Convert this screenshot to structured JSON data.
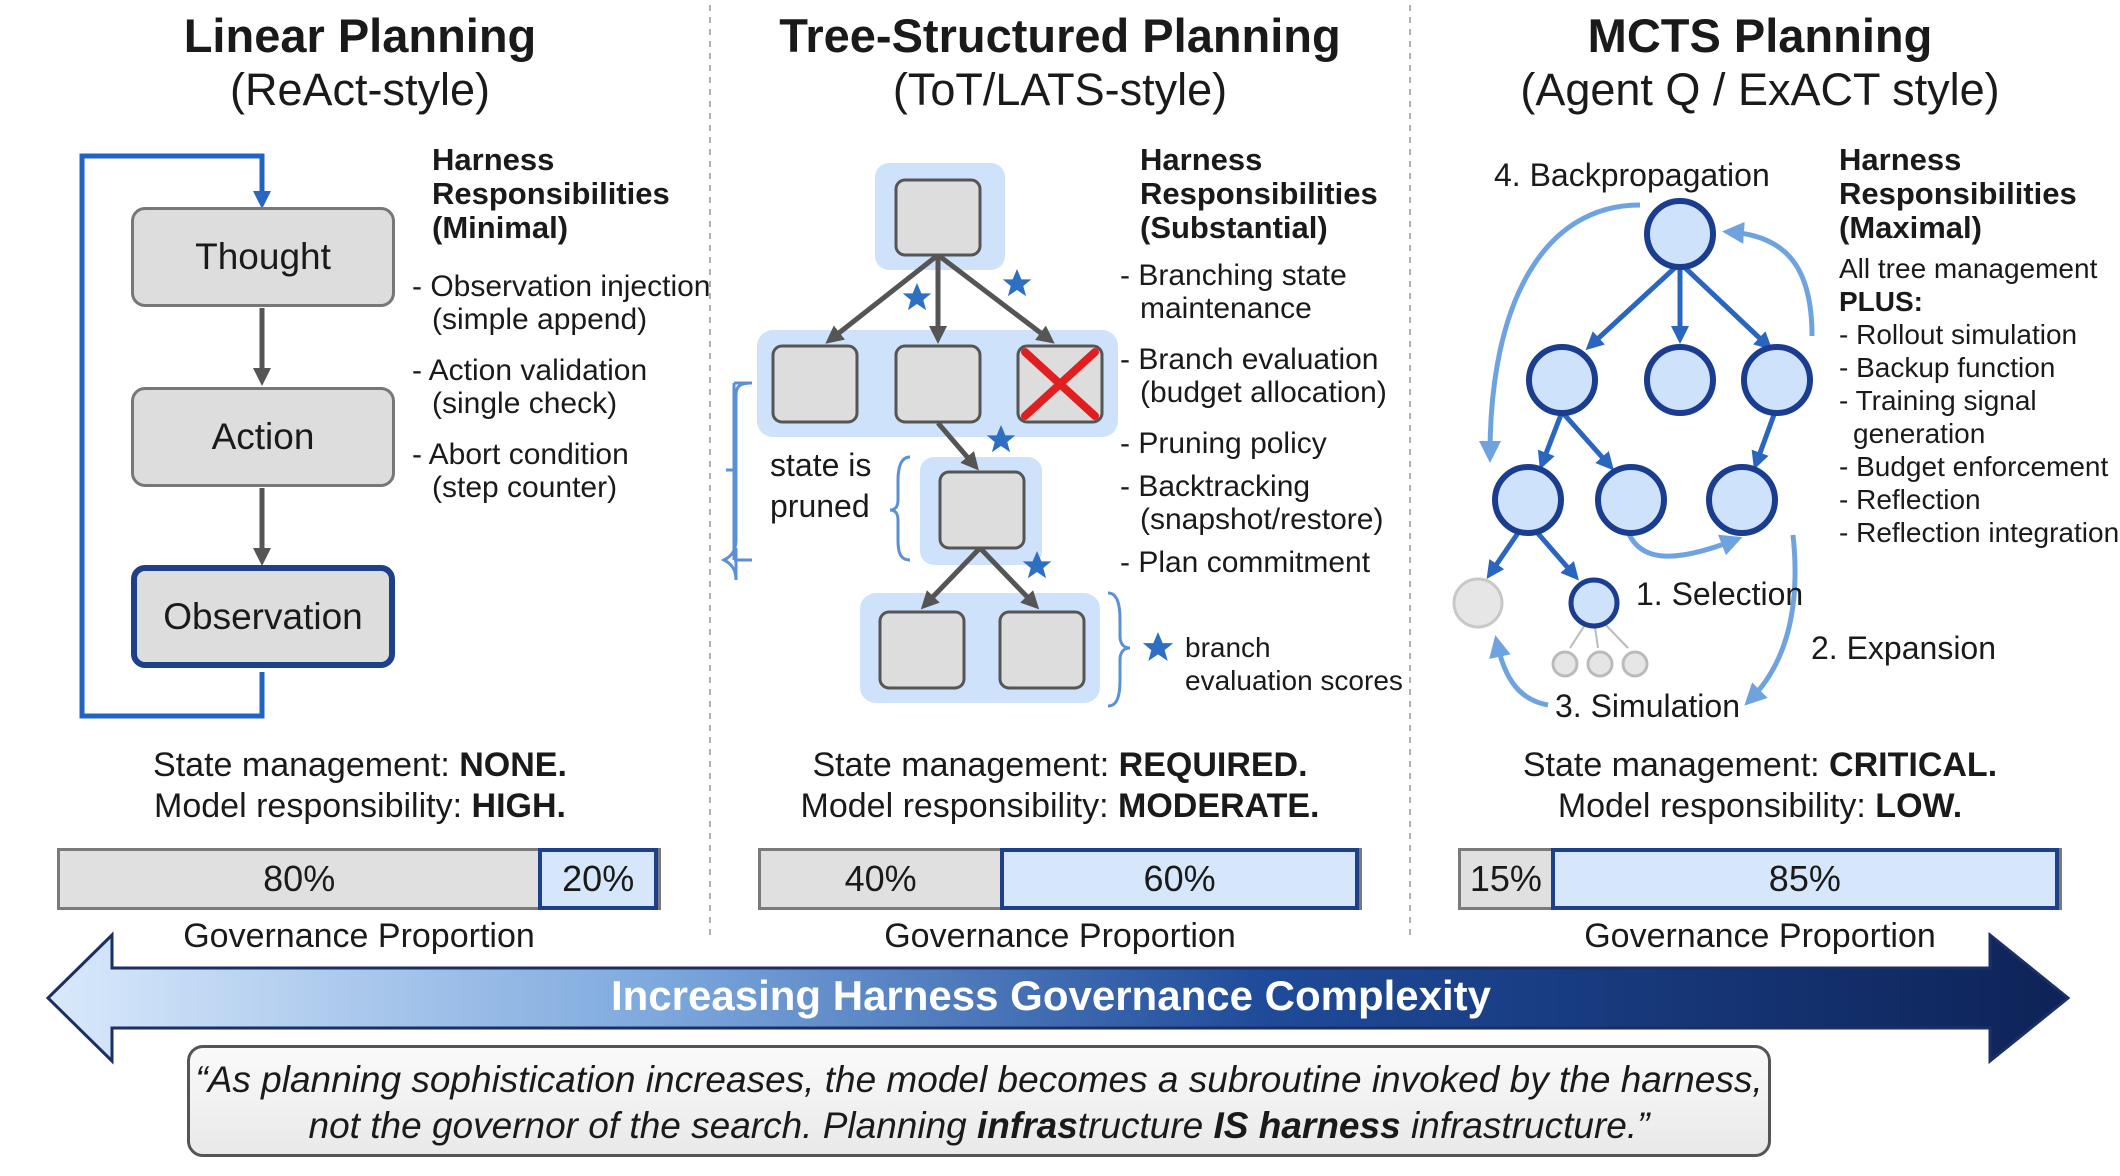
{
  "columns": [
    {
      "title": "Linear Planning",
      "subtitle": "(ReAct-style)",
      "harness_heading": [
        "Harness",
        "Responsibilities",
        "(Minimal)"
      ],
      "responsibilities": [
        "- Observation injection",
        "(simple append)",
        "- Action validation",
        "(single check)",
        "- Abort condition",
        "(step counter)"
      ],
      "flow": [
        "Thought",
        "Action",
        "Observation"
      ],
      "state_label": "State management:",
      "state_value": "NONE.",
      "model_label": "Model responsibility:",
      "model_value": "HIGH.",
      "bar": {
        "model_pct": 80,
        "harness_pct": 20,
        "model_text": "80%",
        "harness_text": "20%"
      },
      "gov_label": "Governance Proportion"
    },
    {
      "title": "Tree-Structured Planning",
      "subtitle": "(ToT/LATS-style)",
      "harness_heading": [
        "Harness",
        "Responsibilities",
        "(Substantial)"
      ],
      "responsibilities": [
        "- Branching state",
        "maintenance",
        "- Branch evaluation",
        "(budget allocation)",
        "- Pruning policy",
        "- Backtracking",
        "(snapshot/restore)",
        "- Plan commitment"
      ],
      "pruned_label": [
        "state is",
        "pruned"
      ],
      "legend_label": [
        "branch",
        "evaluation scores"
      ],
      "state_label": "State management:",
      "state_value": "REQUIRED.",
      "model_label": "Model responsibility:",
      "model_value": "MODERATE.",
      "bar": {
        "model_pct": 40,
        "harness_pct": 60,
        "model_text": "40%",
        "harness_text": "60%"
      },
      "gov_label": "Governance Proportion"
    },
    {
      "title": "MCTS Planning",
      "subtitle": "(Agent Q / ExACT style)",
      "harness_heading": [
        "Harness",
        "Responsibilities",
        "(Maximal)"
      ],
      "intro": "All tree management",
      "plus": "PLUS:",
      "responsibilities": [
        "- Rollout simulation",
        "- Backup function",
        "- Training signal",
        "generation",
        "- Budget enforcement",
        "- Reflection",
        "- Reflection integration"
      ],
      "steps": [
        "1. Selection",
        "2. Expansion",
        "3. Simulation",
        "4. Backpropagation"
      ],
      "state_label": "State management:",
      "state_value": "CRITICAL.",
      "model_label": "Model responsibility:",
      "model_value": "LOW.",
      "bar": {
        "model_pct": 15,
        "harness_pct": 85,
        "model_text": "15%",
        "harness_text": "85%"
      },
      "gov_label": "Governance Proportion"
    }
  ],
  "arrow_text": "Increasing Harness Governance Complexity",
  "quote": {
    "line1": "“As planning sophistication increases, the model becomes a subroutine invoked by the harness,",
    "line2_pre": "not the governor of the search. Planning ",
    "line2_b1": "infras",
    "line2_mid": "tructure ",
    "line2_b2": "IS harness",
    "line2_post": " infrastructure.”"
  },
  "colors": {
    "accent": "#1e3f8a",
    "node_fill": "#cfe2fb",
    "node_stroke": "#1b3d8f",
    "box_gray": "#dddddd",
    "prune_red": "#e02020",
    "star": "#2f6fc2"
  }
}
